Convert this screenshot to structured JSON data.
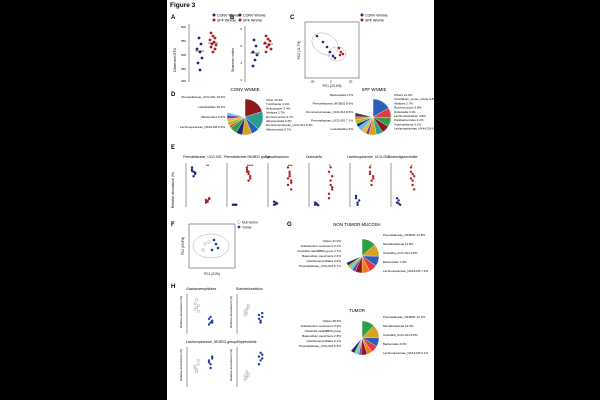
{
  "figure_title": "Figure 3",
  "legend_conv": "CONV Wnmie",
  "legend_spf": "SPF Wnmie",
  "legend_conv_b": "CONV Wnmie",
  "legend_spf_b": "SPF Wnmie",
  "legend_conv_c": "CONV Wnmie",
  "legend_spf_c": "SPF Wnmie",
  "colors": {
    "conv": "#1f2a7a",
    "spf": "#b01e1e"
  },
  "panels": {
    "A": {
      "letter": "A",
      "ylabel": "Observed OTU",
      "ticks": [
        "600",
        "550",
        "500",
        "450",
        "400"
      ]
    },
    "B": {
      "letter": "B",
      "ylabel": "Shannon index",
      "ticks": [
        "6",
        "5",
        "4",
        "3"
      ]
    },
    "C": {
      "letter": "C",
      "xlabel": "PC1 (23.1%)",
      "ylabel": "PC2 (11.7%)",
      "xticks": [
        "-20",
        "0",
        "20"
      ]
    },
    "D": {
      "letter": "D",
      "title_conv": "CONV WNMIE",
      "title_spf": "SPF WNMIE"
    },
    "E": {
      "letter": "E",
      "ylabel": "Relative abundance (%)",
      "taxa": [
        "Prevotellaceae_UCG-001",
        "Prevotellaceae NK3B31 group",
        "Faecalibaculum",
        "Dubosiella",
        "Lachnospiraceae_UCG-006",
        "Anaerotignum/tulter"
      ],
      "stars": [
        "**",
        "****",
        "***",
        "*",
        "*",
        "*"
      ]
    },
    "F": {
      "letter": "F",
      "legend_nt": "Non-tumor",
      "legend_t": "Tumor",
      "xlabel": "PC1 (21%)",
      "ylabel": "PC2 (13.6%)"
    },
    "G": {
      "letter": "G",
      "title_nt": "NON TUMOR MUCOSA",
      "title_t": "TUMOR"
    },
    "H": {
      "letter": "H",
      "ylabel": "Relative abundance (%)",
      "taxa": [
        "Gastranaerophilales",
        "Ruminiclostridium",
        "Lachnospiraceae_NK3B31 group",
        "Alloprevotella"
      ]
    }
  },
  "pie_conv": {
    "labels_left": [
      "Prevotellaceae_UCG-001 19.6%",
      "Lactobacillus 16.4%",
      "Bacteroides 6.9%",
      "Lachnospiraceae_NK4A136 8.3%"
    ],
    "labels_right": [
      "Other 20.3%",
      "Turicibacter 2.4%",
      "Helicobacter 3.4%",
      "Alistipes 2.7%",
      "Ruminococcus 3.7%",
      "Allopreovtella 2.2%",
      "Ruminococcaceae_UCG-014 6.3%",
      "Akkermansia 5.7%"
    ],
    "slices": [
      19.6,
      16.4,
      6.9,
      8.3,
      5.7,
      6.3,
      2.2,
      3.7,
      2.7,
      3.4,
      2.4,
      20.3
    ],
    "colors": [
      "#8c1a1a",
      "#2a9d8f",
      "#2b5fb8",
      "#d9a21b",
      "#1f2a7a",
      "#2f9e44",
      "#e63946",
      "#a0c418",
      "#f2b134",
      "#7b3fa0",
      "#58c4dd",
      "#ffffff"
    ]
  },
  "pie_spf": {
    "labels_left": [
      "Bacteroides 17%",
      "Prevotellaceae_NK3B31 8.6%",
      "Ruminococcaceae_UCG-014 8.5%",
      "Prevotellaceae_UCG-001 7.1%",
      "Lactobacillus 6%"
    ],
    "labels_right": [
      "Others 21.2%",
      "Clostridium_sensu_stricto 3.8%",
      "Alistipes 2.7%",
      "Ruminococcus 3.8%",
      "Dubosiella 3.1%",
      "Lachnoclostridium 4.8%",
      "Parabacteroides 4.2%",
      "Anaeroplasma 3.1%",
      "Lachnospiraceae_NK4A136 6.5%"
    ],
    "slices": [
      17,
      8.6,
      8.5,
      7.1,
      6,
      6.5,
      3.1,
      4.2,
      4.8,
      3.1,
      3.8,
      2.7,
      3.8,
      21.2
    ],
    "colors": [
      "#2b5fb8",
      "#e63946",
      "#2f9e44",
      "#8c1a1a",
      "#2a9d8f",
      "#d9a21b",
      "#7b3fa0",
      "#f2b134",
      "#58c4dd",
      "#1f2a7a",
      "#a0c418",
      "#f27a1a",
      "#444444",
      "#ffffff"
    ]
  },
  "pie_nt": {
    "labels_left": [
      "Others 31.9%",
      "Eubacterium ventriosum 3.4%",
      "Clostridia vadinBB60 group 2.7%",
      "Bateroidium caecimuris 2.6%",
      "Gastranaerophilales 3.6%",
      "Prevotellaceae_UCG-001 6.7%"
    ],
    "labels_right": [
      "Prevotellaceae_NK3B31 13.8%",
      "Muribaculaceae 11.8%",
      "Clostridia_UCG-014 9.8%",
      "Bacteroides 7.9%",
      "Lachnospiraceae_NK4A136 7.4%"
    ],
    "slices": [
      13.8,
      11.8,
      9.8,
      7.9,
      7.4,
      6.7,
      3.6,
      2.6,
      2.7,
      3.4,
      31.9
    ],
    "colors": [
      "#2f9e44",
      "#d9a21b",
      "#2b5fb8",
      "#e63946",
      "#f27a1a",
      "#8c1a1a",
      "#7b3fa0",
      "#58c4dd",
      "#a0c418",
      "#1f2a7a",
      "#ffffff"
    ]
  },
  "pie_t": {
    "labels_left": [
      "Others 38.9%",
      "Eubacterium ventriosum 3.9%",
      "Clostridia vadinBB60 group",
      "Bateroidium caecimuris 2.8%",
      "Gastranaerophilales 2.1%",
      "Prevotellaceae_UCG-001 5.9%"
    ],
    "labels_right": [
      "Prevotellaceae_NK3B31 12.2%",
      "Muribaculaceae 12.5%",
      "Clostridia_UCG-014 8.8%",
      "Bacteroides 6.9%",
      "Lachnospiraceae_NK4A136 5.1%"
    ],
    "slices": [
      12.2,
      12.5,
      8.8,
      6.9,
      5.1,
      5.9,
      2.1,
      2.8,
      1.8,
      3.9,
      38.9
    ],
    "colors": [
      "#2f9e44",
      "#d9a21b",
      "#2b5fb8",
      "#e63946",
      "#f27a1a",
      "#8c1a1a",
      "#7b3fa0",
      "#58c4dd",
      "#a0c418",
      "#1f2a7a",
      "#ffffff"
    ]
  }
}
